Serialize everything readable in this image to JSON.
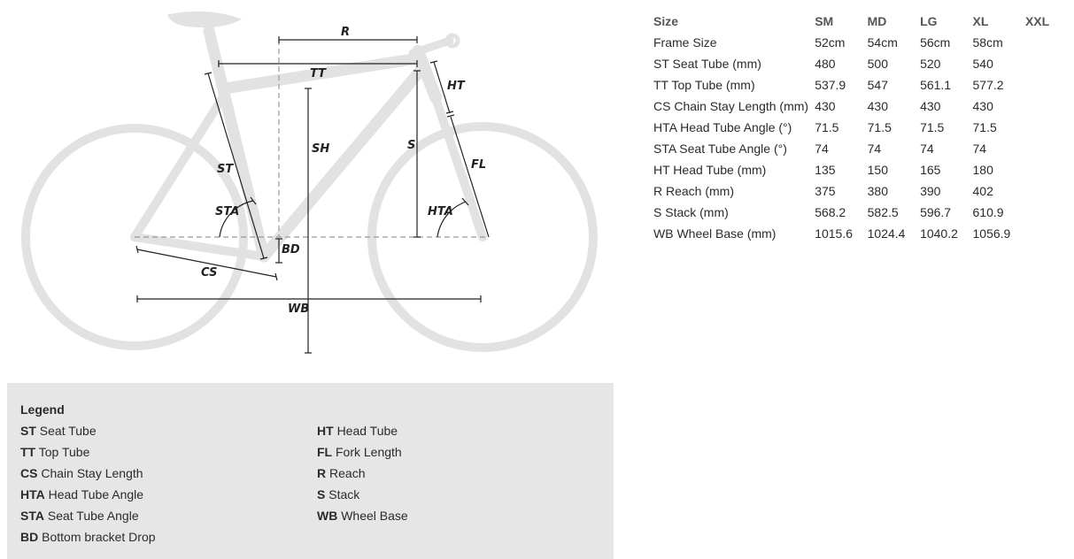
{
  "diagram": {
    "labels": {
      "r": "R",
      "tt": "TT",
      "ht": "HT",
      "sh": "SH",
      "s": "S",
      "st": "ST",
      "fl": "FL",
      "sta": "STA",
      "hta": "HTA",
      "bd": "BD",
      "cs": "CS",
      "wb": "WB"
    }
  },
  "table": {
    "headers": [
      "Size",
      "SM",
      "MD",
      "LG",
      "XL",
      "XXL"
    ],
    "rows": [
      {
        "label": "Frame Size",
        "values": [
          "52cm",
          "54cm",
          "56cm",
          "58cm",
          ""
        ]
      },
      {
        "label": "ST Seat Tube (mm)",
        "values": [
          "480",
          "500",
          "520",
          "540",
          ""
        ]
      },
      {
        "label": "TT Top Tube (mm)",
        "values": [
          "537.9",
          "547",
          "561.1",
          "577.2",
          ""
        ]
      },
      {
        "label": "CS Chain Stay Length (mm)",
        "values": [
          "430",
          "430",
          "430",
          "430",
          ""
        ]
      },
      {
        "label": "HTA Head Tube Angle (°)",
        "values": [
          "71.5",
          "71.5",
          "71.5",
          "71.5",
          ""
        ]
      },
      {
        "label": "STA Seat Tube Angle (°)",
        "values": [
          "74",
          "74",
          "74",
          "74",
          ""
        ]
      },
      {
        "label": "HT Head Tube (mm)",
        "values": [
          "135",
          "150",
          "165",
          "180",
          ""
        ]
      },
      {
        "label": "R Reach (mm)",
        "values": [
          "375",
          "380",
          "390",
          "402",
          ""
        ]
      },
      {
        "label": "S Stack (mm)",
        "values": [
          "568.2",
          "582.5",
          "596.7",
          "610.9",
          ""
        ]
      },
      {
        "label": "WB Wheel Base (mm)",
        "values": [
          "1015.6",
          "1024.4",
          "1040.2",
          "1056.9",
          ""
        ]
      }
    ]
  },
  "legend": {
    "title": "Legend",
    "left": [
      {
        "abbr": "ST",
        "text": "Seat Tube"
      },
      {
        "abbr": "TT",
        "text": "Top Tube"
      },
      {
        "abbr": "CS",
        "text": "Chain Stay Length"
      },
      {
        "abbr": "HTA",
        "text": "Head Tube Angle"
      },
      {
        "abbr": "STA",
        "text": "Seat Tube Angle"
      },
      {
        "abbr": "BD",
        "text": "Bottom bracket Drop"
      }
    ],
    "right": [
      {
        "abbr": "HT",
        "text": "Head Tube"
      },
      {
        "abbr": "FL",
        "text": "Fork Length"
      },
      {
        "abbr": "R",
        "text": "Reach"
      },
      {
        "abbr": "S",
        "text": "Stack"
      },
      {
        "abbr": "WB",
        "text": "Wheel Base"
      }
    ]
  },
  "colors": {
    "bike": "#e2e2e2",
    "lines": "#222222",
    "legend_bg": "#e6e6e6"
  }
}
